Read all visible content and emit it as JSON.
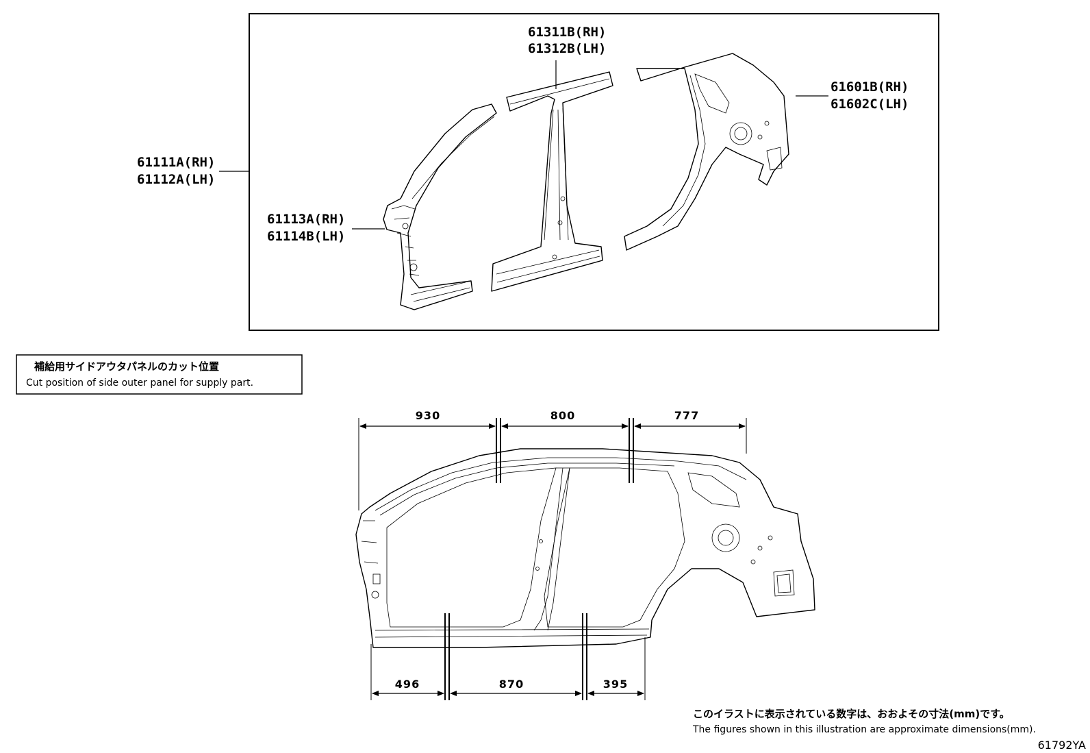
{
  "parts": {
    "main_rh": "61111A(RH)",
    "main_lh": "61112A(LH)",
    "front_pillar_rh": "61113A(RH)",
    "front_pillar_lh": "61114B(LH)",
    "center_pillar_rh": "61311B(RH)",
    "center_pillar_lh": "61312B(LH)",
    "quarter_rh": "61601B(RH)",
    "quarter_lh": "61602C(LH)"
  },
  "cut_note": {
    "jp": "補給用サイドアウタパネルのカット位置",
    "en": "Cut position of side outer panel for supply part."
  },
  "dimensions": {
    "top": [
      "930",
      "800",
      "777"
    ],
    "bottom": [
      "496",
      "870",
      "395"
    ]
  },
  "footnote": {
    "jp": "このイラストに表示されている数字は、おおよその寸法(mm)です。",
    "en": "The figures shown in this illustration are approximate dimensions(mm)."
  },
  "figure_code": "61792YA"
}
